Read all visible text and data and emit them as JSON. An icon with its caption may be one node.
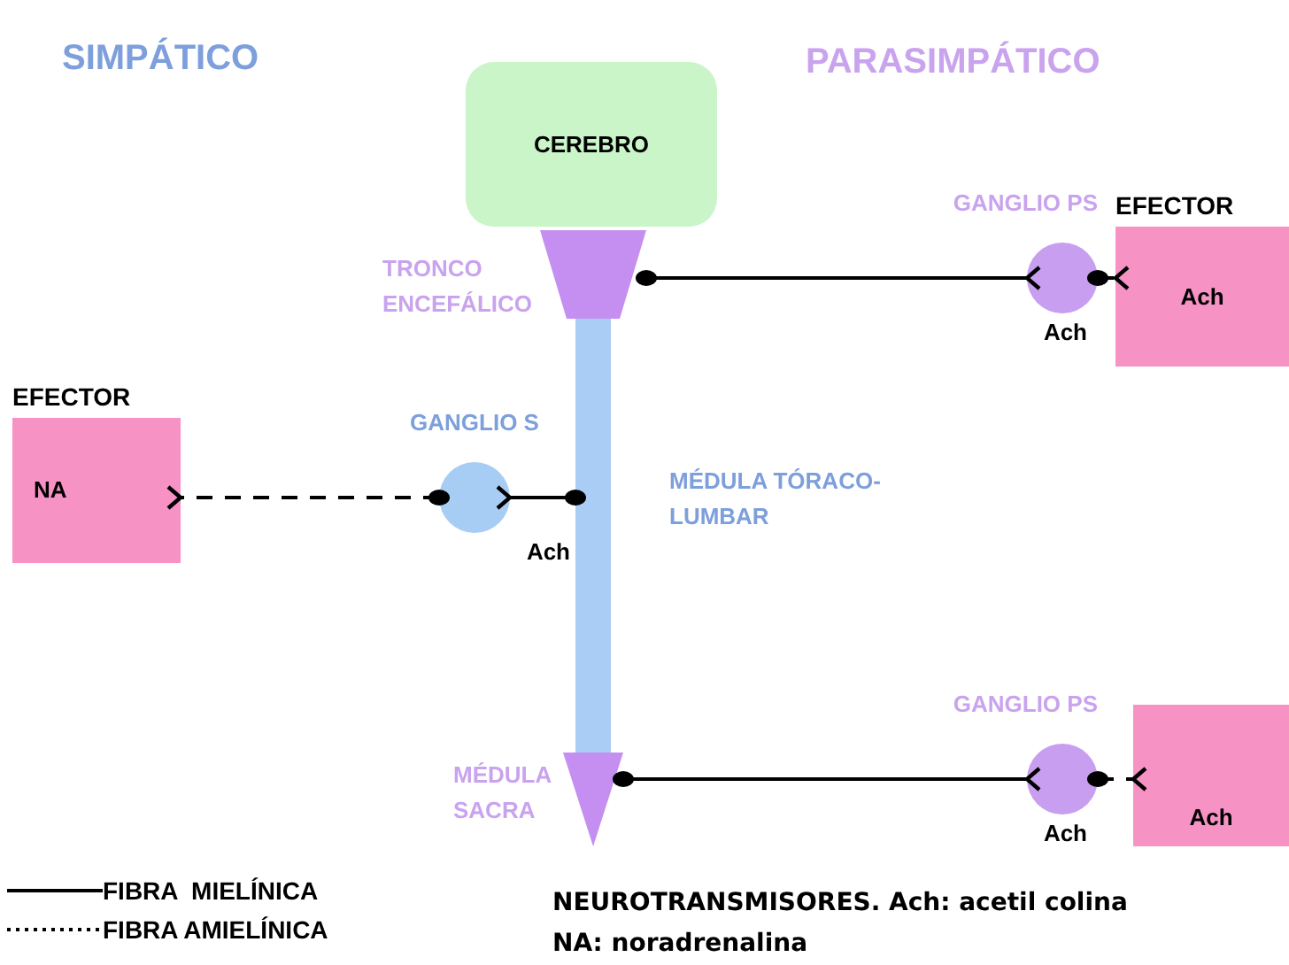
{
  "diagram": {
    "nodes": [
      {
        "text": [
          "CEREBRO"
        ]
      },
      {
        "text": [],
        "shape": "trapezoid",
        "beside": [
          "TRONCO ENCEFÁLICO"
        ]
      },
      {
        "text": [],
        "shape": "bar",
        "beside": [
          "MÉDULA TÓRACO-LUMBAR"
        ]
      },
      {
        "text": [],
        "shape": "triangle",
        "beside": [
          "MÉDULA SACRA"
        ]
      },
      {
        "text": [
          "GANGLIO PS",
          "Ach"
        ]
      },
      {
        "text": [
          "EFECTOR",
          "Ach"
        ]
      },
      {
        "text": [
          "GANGLIO S",
          "Ach"
        ]
      },
      {
        "text": [
          "EFECTOR",
          "NA"
        ]
      },
      {
        "text": [
          "GANGLIO PS",
          "Ach"
        ]
      },
      {
        "text": [
          "Ach"
        ]
      }
    ],
    "edges": [
      {
        "from": 1,
        "to": 4,
        "arrow": "other"
      },
      {
        "from": 4,
        "to": 5,
        "arrow": "other",
        "style": "dashed"
      },
      {
        "from": 2,
        "to": 6,
        "arrow": "other"
      },
      {
        "from": 6,
        "to": 7,
        "arrow": "other",
        "style": "dashed"
      },
      {
        "from": 3,
        "to": 8,
        "arrow": "other"
      },
      {
        "from": 8,
        "to": 9,
        "arrow": "other",
        "style": "dashed"
      }
    ],
    "labels": [
      "SIMPÁTICO",
      "PARASIMPÁTICO",
      "NEUROTRANSMISORES. Ach: acetil colina",
      "NA: noradrenalina"
    ],
    "legend": [
      {
        "text": "FIBRA  MIELÍNICA"
      },
      {
        "text": "FIBRA AMIELÍNICA"
      }
    ]
  }
}
